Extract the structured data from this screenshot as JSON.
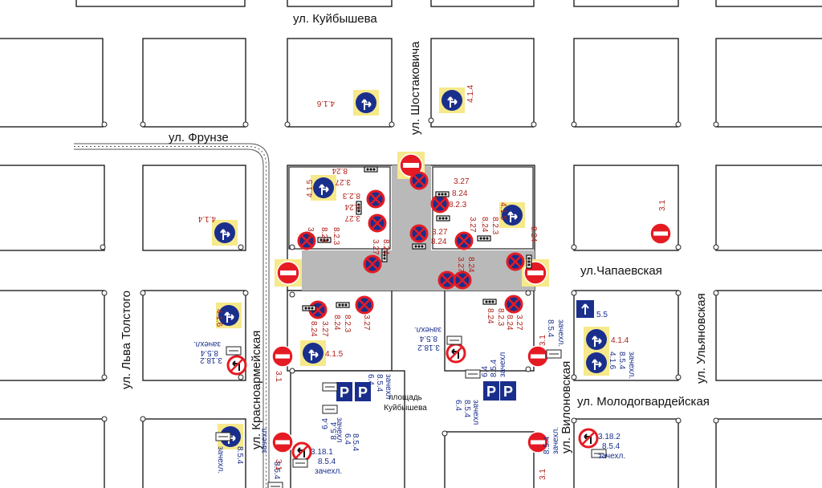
{
  "streets": {
    "kuybysheva": "ул. Куйбышева",
    "shostakovicha": "ул. Шостаковича",
    "frunze": "ул. Фрунзе",
    "chapaevskaya": "ул.Чапаевская",
    "ulyanovskaya": "ул. Ульяновская",
    "molodogvardeyskaya": "ул. Молодогвардейская",
    "vilonovskaya": "ул. Вилоновская",
    "krasnoarmeyskaya": "ул. Красноармейская",
    "lva_tolstogo": "ул. Льва Толстого"
  },
  "square": {
    "line1": "площадь",
    "line2": "Куйбышева"
  },
  "codes": {
    "c416": "4.1.6",
    "c414": "4.1.4",
    "c415": "4.1.5",
    "c31": "3.1",
    "c327": "3.27",
    "c824": "8.24",
    "c823": "8.2.3",
    "c3182": "3.18.2",
    "c3181": "3.18.1",
    "c854": "8.5.4",
    "c64": "6.4",
    "c55": "5.5",
    "zach": "зачехл.",
    "zach2": "зачехл"
  },
  "colors": {
    "road": "#ffffff",
    "block": "#ffffff",
    "blockStroke": "#222222",
    "closed": "#b9b9b9",
    "blue": "#1a2f8c",
    "red": "#e51b24",
    "yellow": "#f6e98b",
    "labelRed": "#b02018",
    "labelBlue": "#1a2f8c"
  },
  "icons": {
    "stop": "no-entry-sign-icon",
    "noStop": "no-stopping-sign-icon",
    "direction": "direction-arrow-sign-icon",
    "noTurn": "no-left-turn-sign-icon",
    "parking": "parking-sign-icon",
    "oneway": "one-way-sign-icon"
  }
}
